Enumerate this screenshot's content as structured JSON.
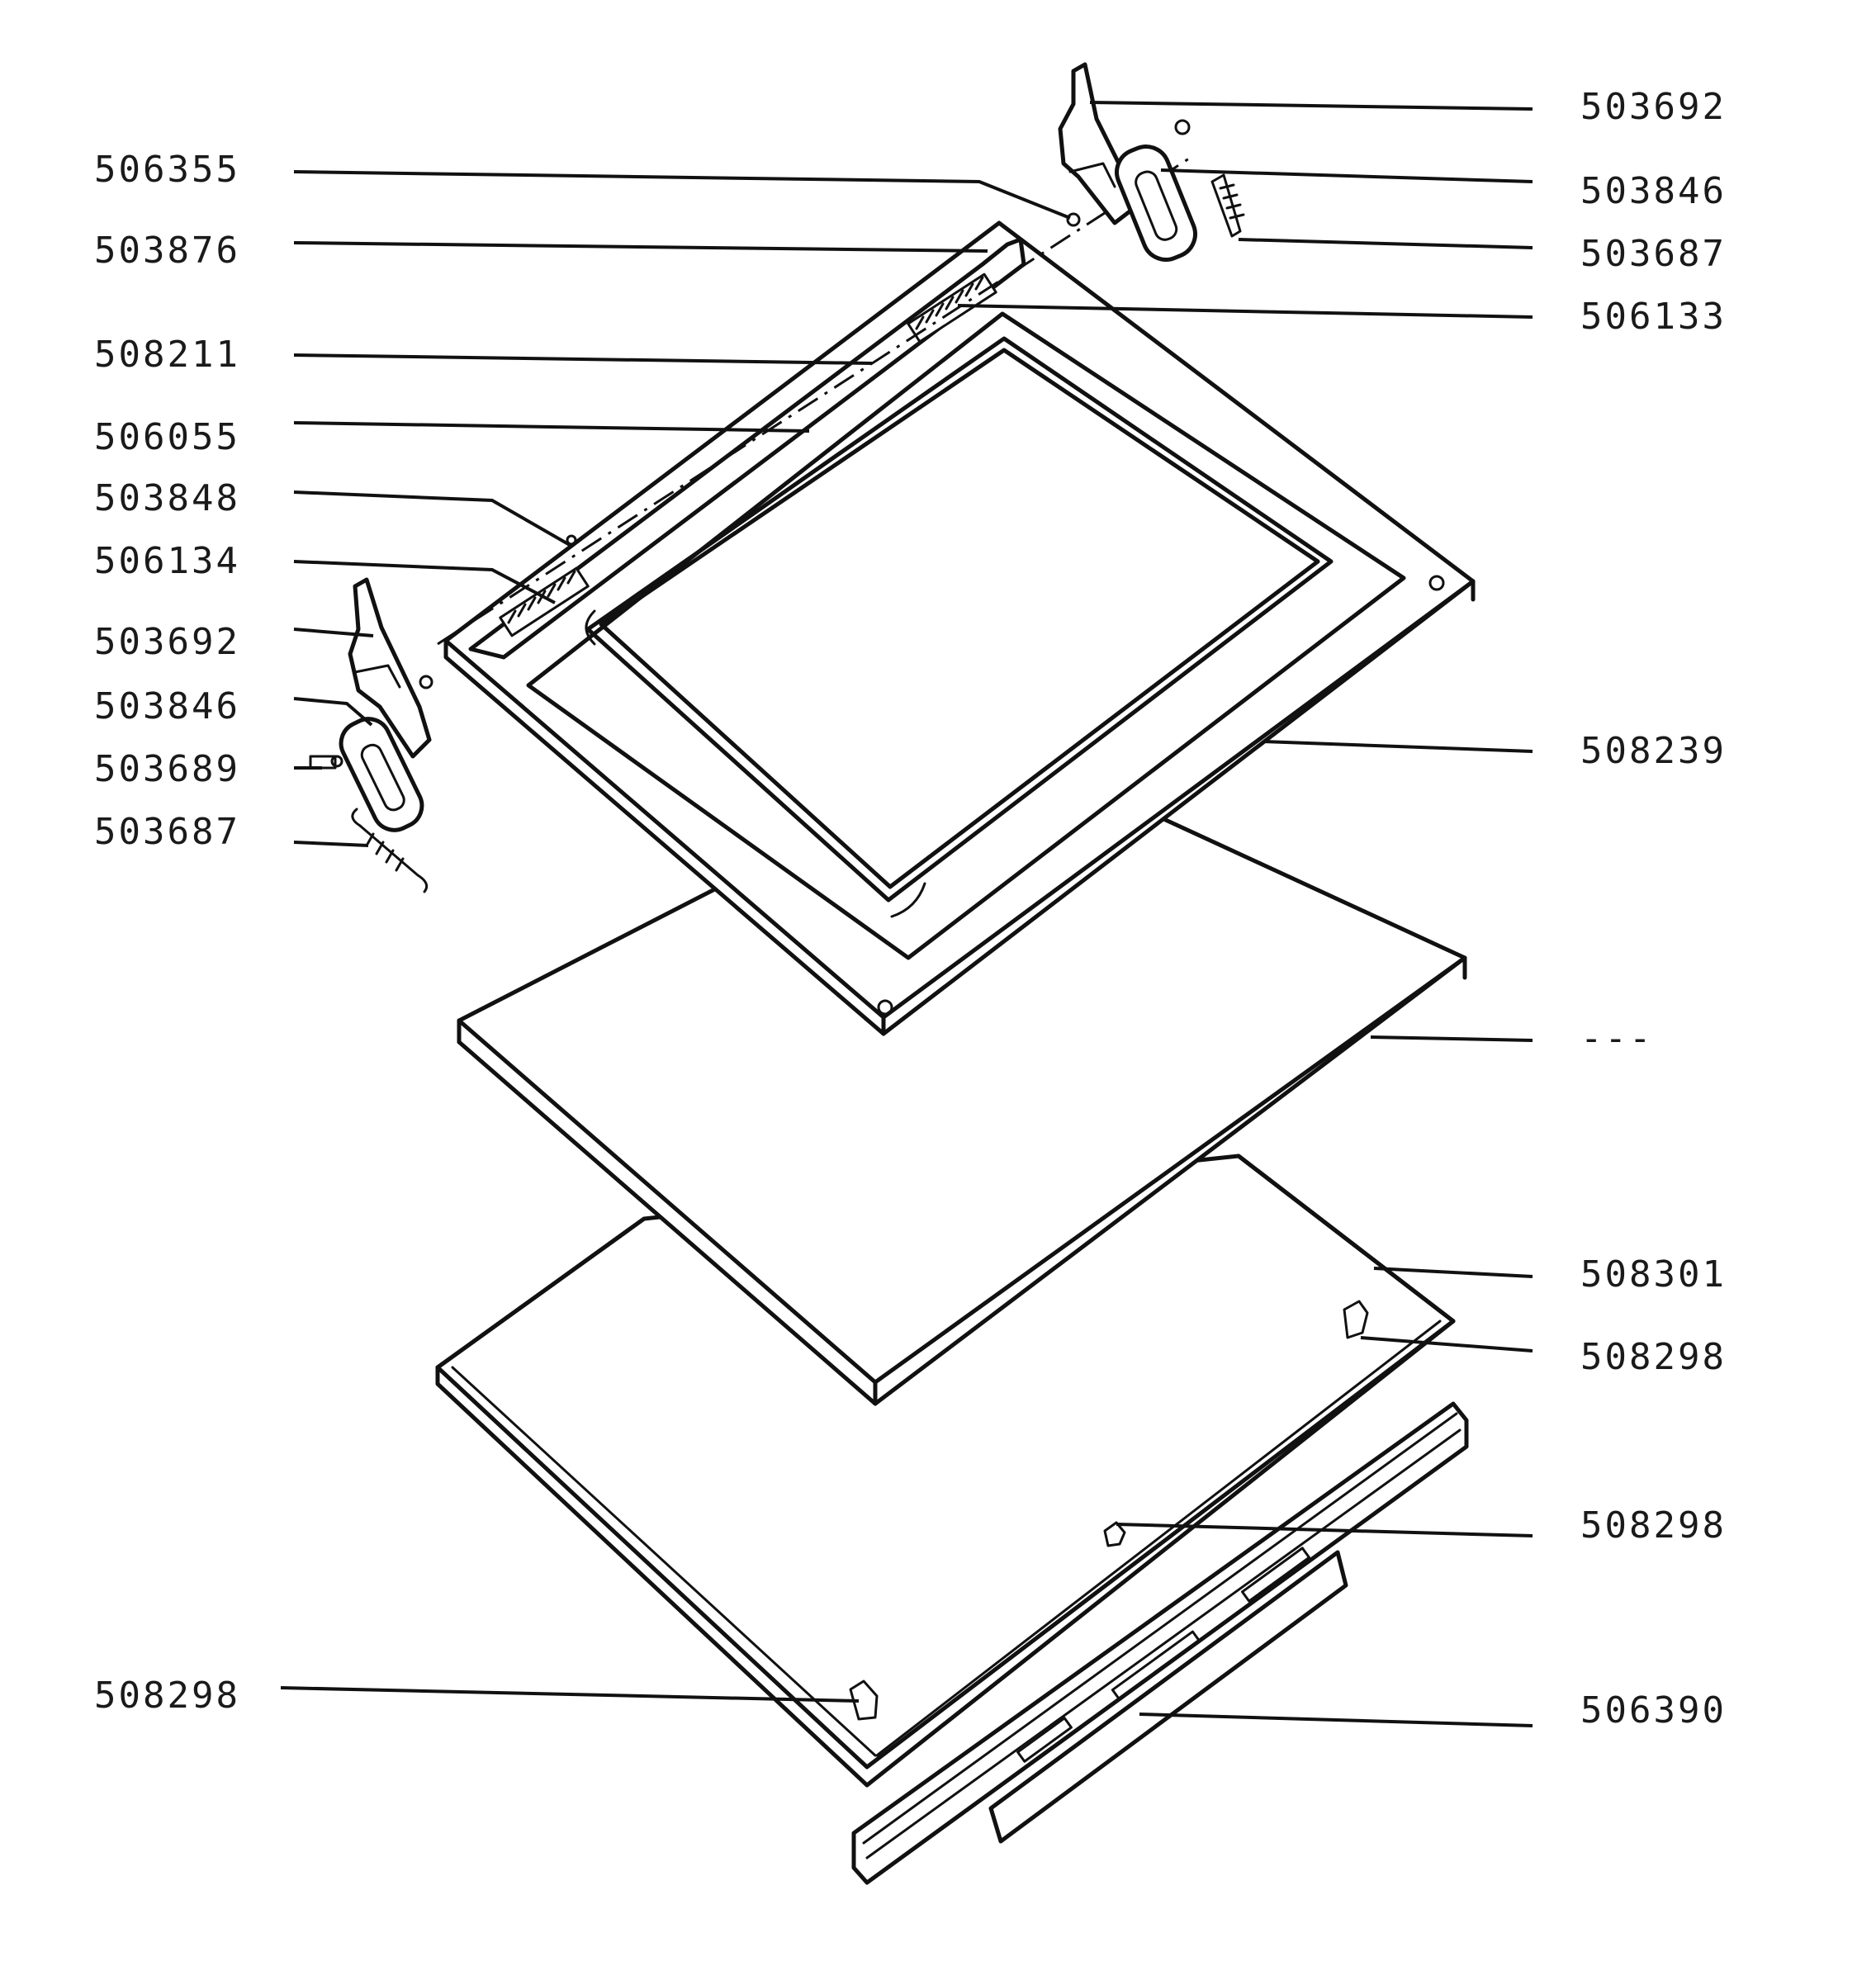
{
  "labels_left": [
    "506355",
    "503876",
    "508211",
    "506055",
    "503848",
    "506134",
    "503692",
    "503846",
    "503689",
    "503687",
    "508298"
  ],
  "labels_right": [
    "503692",
    "503846",
    "503687",
    "506133",
    "508239",
    "---",
    "508301",
    "508298",
    "508298",
    "506390"
  ]
}
